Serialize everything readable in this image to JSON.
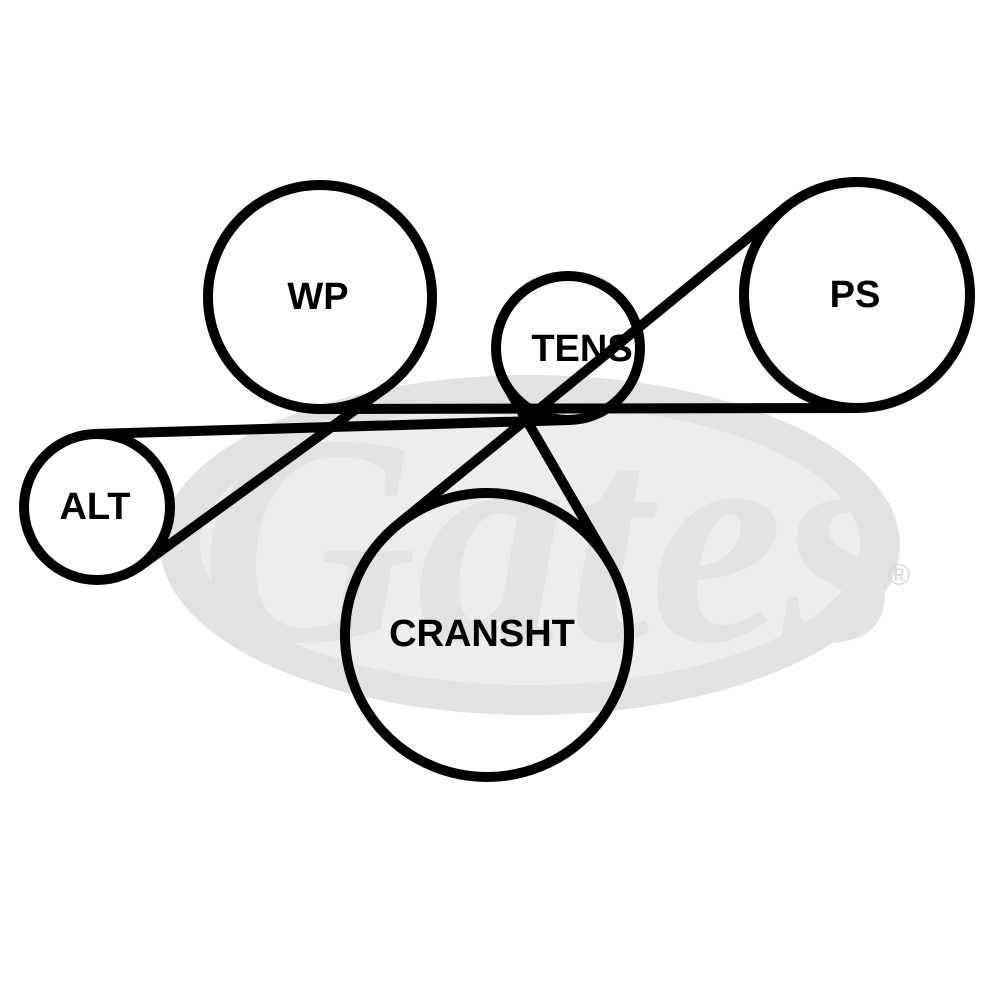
{
  "diagram": {
    "title": "",
    "watermark": {
      "brand": "Gates",
      "registered_mark": "®"
    },
    "pulleys": [
      {
        "id": "wp",
        "label": "WP"
      },
      {
        "id": "tens",
        "label": "TENS"
      },
      {
        "id": "ps",
        "label": "PS"
      },
      {
        "id": "alt",
        "label": "ALT"
      },
      {
        "id": "crank",
        "label": "CRANSHT"
      }
    ],
    "belt_route": [
      "wp",
      "ps",
      "crank",
      "tens",
      "alt"
    ],
    "colors": {
      "belt": "#000000",
      "background": "#ffffff",
      "watermark": "#e2e2e2"
    }
  }
}
